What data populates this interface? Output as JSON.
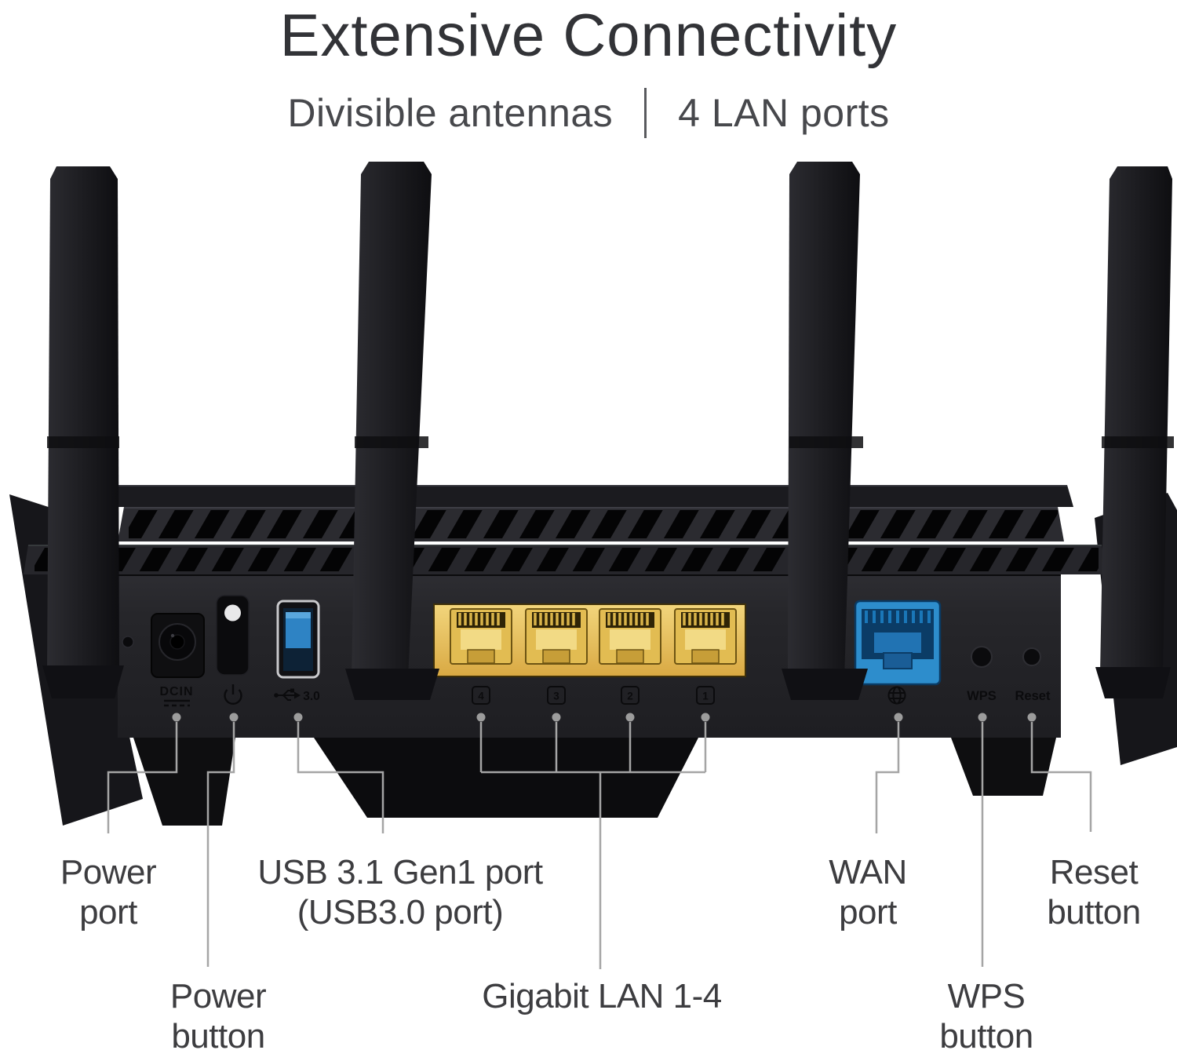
{
  "header": {
    "title": "Extensive Connectivity",
    "subtitle": {
      "left": "Divisible antennas",
      "right": "4 LAN ports"
    }
  },
  "device": {
    "engraved": {
      "dc_in": "DCIN",
      "usb_label": "3.0",
      "wps": "WPS",
      "reset": "Reset",
      "lan_ports": [
        "4",
        "3",
        "2",
        "1"
      ]
    },
    "colors": {
      "lan_yellow": "#E2BC52",
      "wan_blue": "#2D8DCC",
      "usb_blue": "#2E83C4",
      "body_dark": "#222226",
      "line_gray": "#A5A5A5",
      "label_text": "#3D3D40"
    }
  },
  "callouts": {
    "power_port": [
      "Power",
      "port"
    ],
    "power_button": [
      "Power",
      "button"
    ],
    "usb_port": [
      "USB 3.1 Gen1 port",
      "(USB3.0 port)"
    ],
    "lan": [
      "Gigabit LAN 1-4"
    ],
    "wan_port": [
      "WAN",
      "port"
    ],
    "wps_button": [
      "WPS",
      "button"
    ],
    "reset_button": [
      "Reset",
      "button"
    ]
  }
}
